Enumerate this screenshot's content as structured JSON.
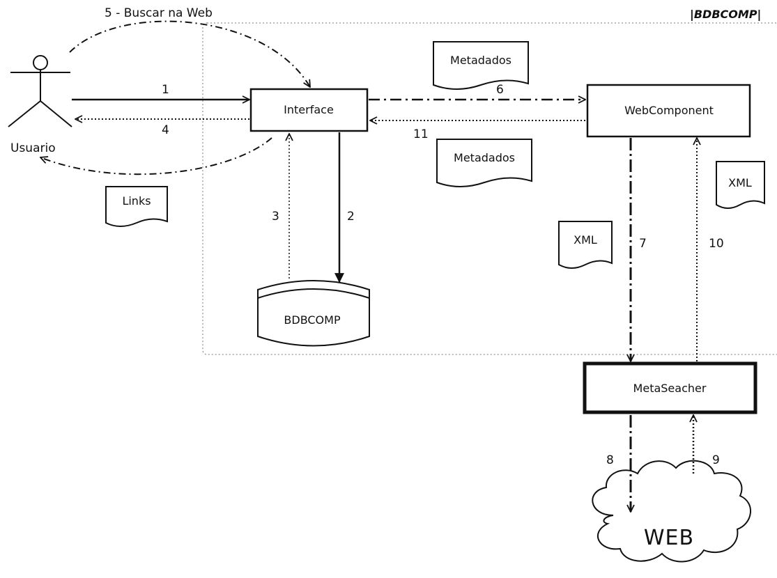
{
  "frame": {
    "label": "|BDBCOMP|"
  },
  "actor": {
    "label": "Usuario"
  },
  "components": {
    "interface": "Interface",
    "webcomponent": "WebComponent",
    "metaseacher": "MetaSeacher",
    "database": "BDBCOMP",
    "web": "WEB"
  },
  "documents": {
    "links": "Links",
    "metadados_top": "Metadados",
    "metadados_bottom": "Metadados",
    "xml_left": "XML",
    "xml_right": "XML"
  },
  "steps": {
    "s1": "1",
    "s2": "2",
    "s3": "3",
    "s4": "4",
    "s5": "5 - Buscar na Web",
    "s6": "6",
    "s7": "7",
    "s8": "8",
    "s9": "9",
    "s10": "10",
    "s11": "11"
  }
}
